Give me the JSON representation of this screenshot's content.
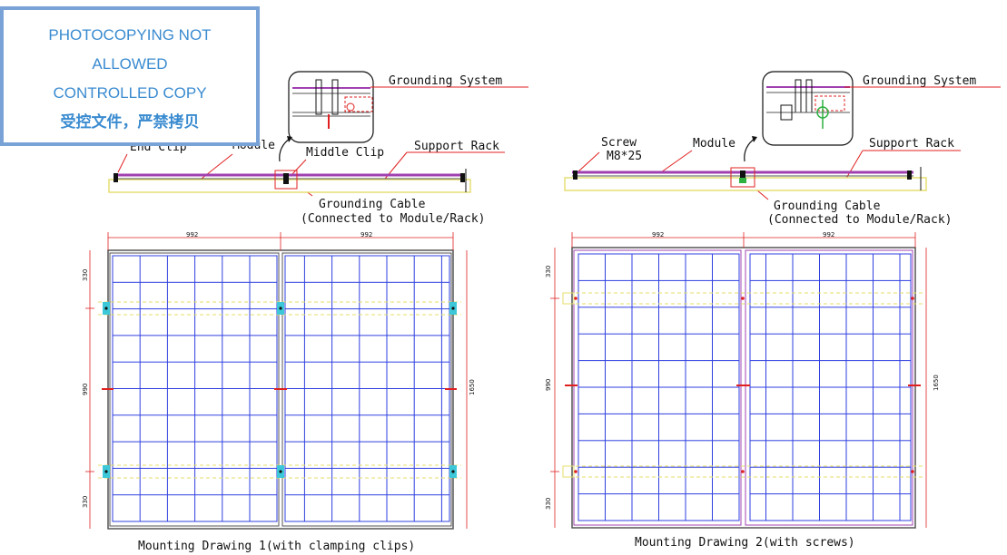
{
  "watermark": {
    "line1": "PHOTOCOPYING NOT",
    "line2": "ALLOWED",
    "line3": "CONTROLLED COPY",
    "line4": "受控文件，严禁拷贝"
  },
  "drawing1": {
    "grounding_system": "Grounding System",
    "end_clip": "End Clip",
    "module": "Module",
    "middle_clip": "Middle Clip",
    "support_rack": "Support Rack",
    "grounding_cable": "Grounding Cable",
    "grounding_cable_note": "(Connected to Module/Rack)",
    "dim_width_left": "992",
    "dim_width_right": "992",
    "dim_top": "330",
    "dim_middle": "990",
    "dim_bottom": "330",
    "dim_height": "1650",
    "caption": "Mounting Drawing 1(with clamping clips)"
  },
  "drawing2": {
    "grounding_system": "Grounding System",
    "screw": "Screw",
    "screw_size": "M8*25",
    "module": "Module",
    "support_rack": "Support Rack",
    "grounding_cable": "Grounding Cable",
    "grounding_cable_note": "(Connected to Module/Rack)",
    "dim_width_left": "992",
    "dim_width_right": "992",
    "dim_top": "330",
    "dim_middle": "990",
    "dim_bottom": "330",
    "dim_height": "1650",
    "caption": "Mounting Drawing 2(with screws)"
  },
  "colors": {
    "cell_grid": "#2f3fe0",
    "frame": "#555555",
    "rail": "#e4dd6a",
    "clip": "#3cc8d8",
    "ground_mark": "#e02020",
    "module_edge": "#a040b0",
    "stamp_blue": "#3a8bd0"
  }
}
